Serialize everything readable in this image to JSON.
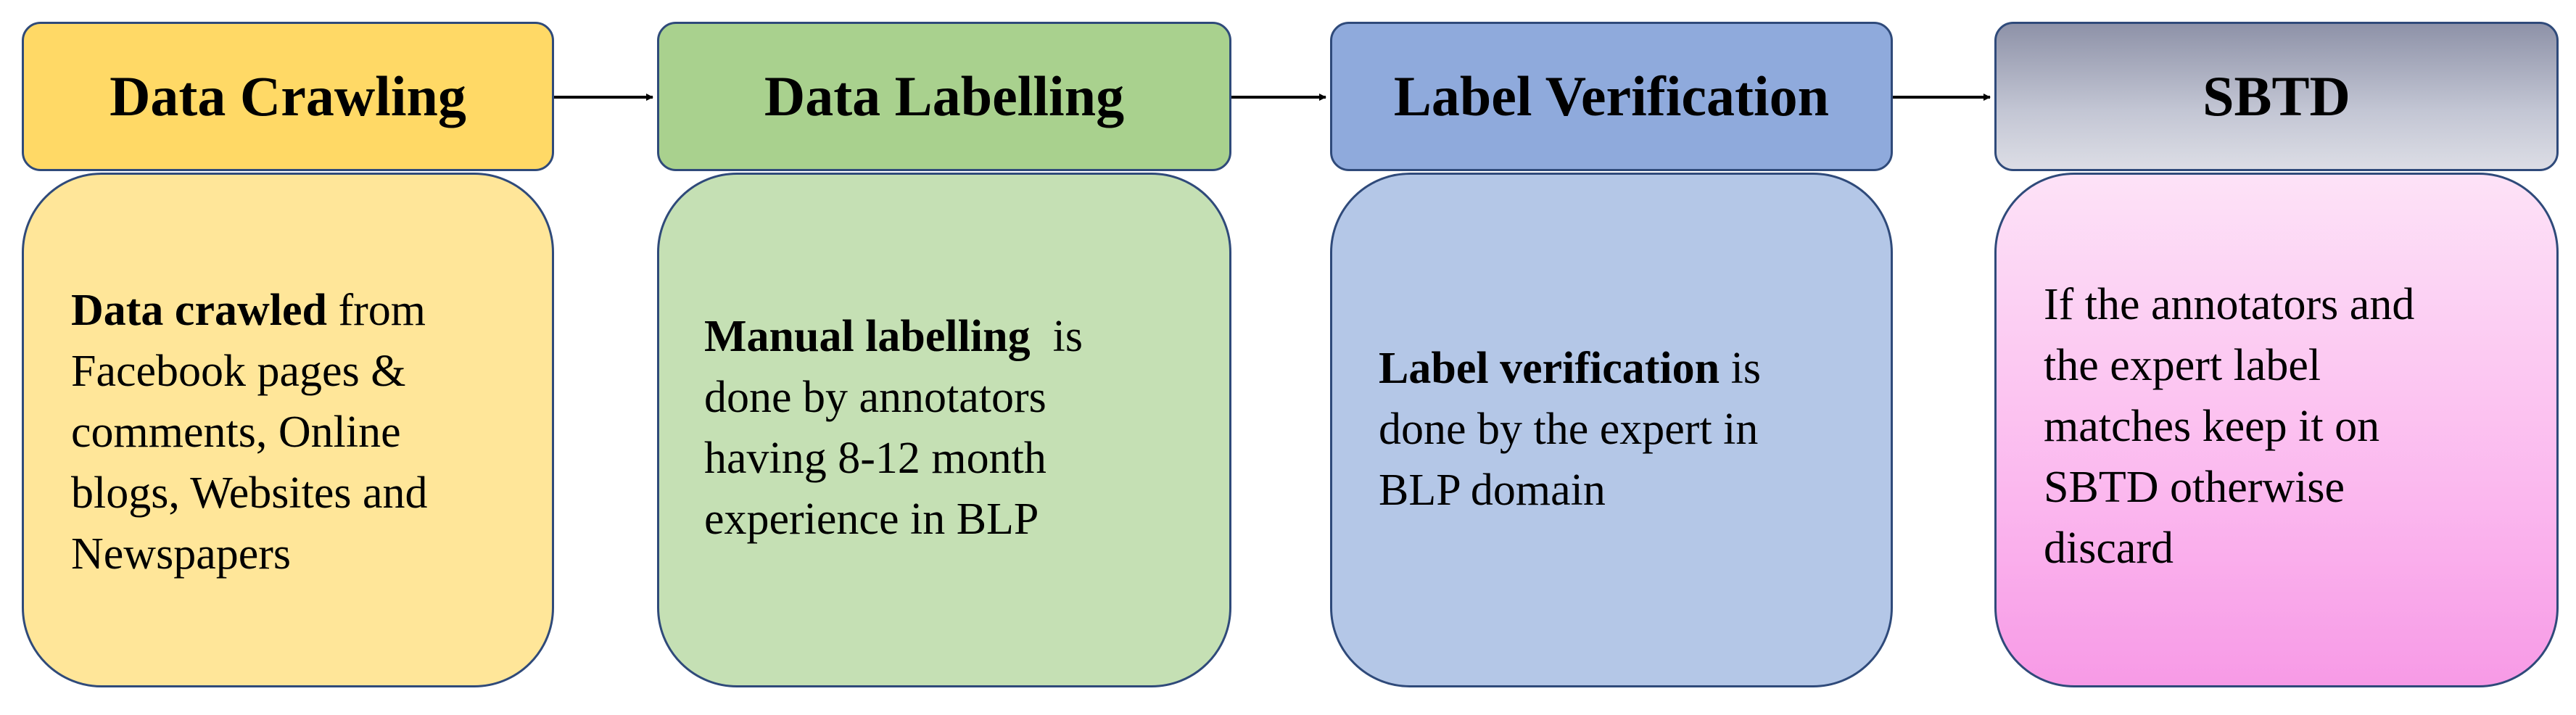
{
  "stages": [
    {
      "title": "Data Crawling",
      "lines": [
        {
          "bold": "Data crawled",
          "text": " from"
        },
        {
          "bold": "",
          "text": "Facebook pages &"
        },
        {
          "bold": "",
          "text": "comments, Online"
        },
        {
          "bold": "",
          "text": "blogs, Websites and"
        },
        {
          "bold": "",
          "text": "Newspapers"
        }
      ]
    },
    {
      "title": "Data Labelling",
      "lines": [
        {
          "bold": "Manual labelling",
          "text": "  is"
        },
        {
          "bold": "",
          "text": "done by annotators"
        },
        {
          "bold": "",
          "text": "having 8-12 month"
        },
        {
          "bold": "",
          "text": "experience in BLP"
        }
      ]
    },
    {
      "title": "Label Verification",
      "lines": [
        {
          "bold": "Label verification",
          "text": " is"
        },
        {
          "bold": "",
          "text": "done by the expert in"
        },
        {
          "bold": "",
          "text": "BLP domain"
        }
      ]
    },
    {
      "title": "SBTD",
      "lines": [
        {
          "bold": "",
          "text": "If the annotators and"
        },
        {
          "bold": "",
          "text": "the expert label"
        },
        {
          "bold": "",
          "text": "matches keep it on"
        },
        {
          "bold": "",
          "text": "SBTD otherwise"
        },
        {
          "bold": "",
          "text": "discard"
        }
      ]
    }
  ],
  "colors": {
    "border": "#2f4a7a",
    "stage1": "#ffd966",
    "stage2": "#a9d18e",
    "stage3": "#8faadc",
    "stage4": "#c3c6d4"
  }
}
